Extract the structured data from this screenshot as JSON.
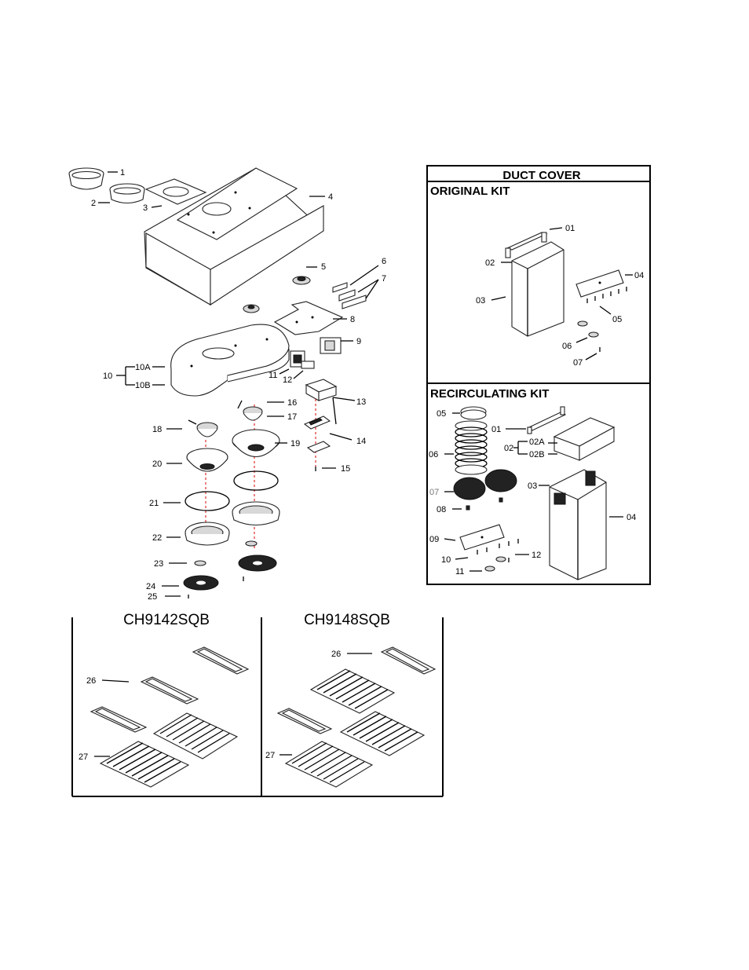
{
  "main_labels": {
    "p1": "1",
    "p2": "2",
    "p3": "3",
    "p4": "4",
    "p5": "5",
    "p6": "6",
    "p7": "7",
    "p8": "8",
    "p9": "9",
    "p10": "10",
    "p10a": "10A",
    "p10b": "10B",
    "p11": "11",
    "p12": "12",
    "p13": "13",
    "p14": "14",
    "p15": "15",
    "p16": "16",
    "p17": "17",
    "p18": "18",
    "p19": "19",
    "p20": "20",
    "p21": "21",
    "p22": "22",
    "p23": "23",
    "p24": "24",
    "p25": "25"
  },
  "duct_cover": {
    "title": "DUCT COVER",
    "original_kit": {
      "title": "ORIGINAL KIT",
      "labels": {
        "p01": "01",
        "p02": "02",
        "p03": "03",
        "p04": "04",
        "p05": "05",
        "p06": "06",
        "p07": "07"
      }
    },
    "recirculating_kit": {
      "title": "RECIRCULATING KIT",
      "labels": {
        "p01": "01",
        "p02": "02",
        "p02a": "02A",
        "p02b": "02B",
        "p03": "03",
        "p04": "04",
        "p05": "05",
        "p06": "06",
        "p07": "07",
        "p08": "08",
        "p09": "09",
        "p10": "10",
        "p11": "11",
        "p12": "12"
      }
    }
  },
  "models": {
    "left": {
      "name": "CH9142SQB",
      "p26": "26",
      "p27": "27"
    },
    "right": {
      "name": "CH9148SQB",
      "p26": "26",
      "p27": "27"
    }
  }
}
